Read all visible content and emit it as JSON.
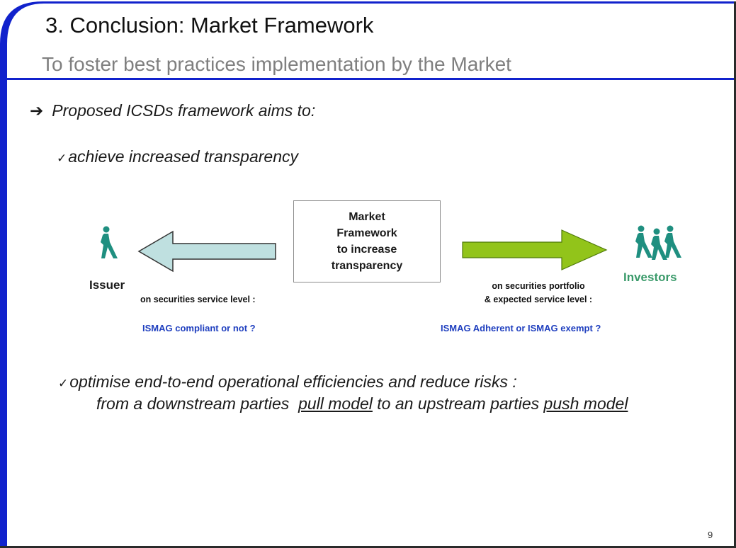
{
  "slide": {
    "title": "3. Conclusion: Market Framework",
    "subtitle": "To foster best practices implementation by the Market",
    "page_number": "9"
  },
  "main_bullet": {
    "icon": "right-arrow-icon",
    "text": "Proposed ICSDs framework aims to:"
  },
  "check_1": {
    "icon": "check-icon",
    "text": "achieve increased transparency"
  },
  "diagram": {
    "center_box": {
      "line1": "Market",
      "line2": "Framework",
      "line3": "to increase",
      "line4": "transparency"
    },
    "issuer": {
      "label": "Issuer",
      "icon": "person-icon",
      "arrow_color": "#bfe0e0",
      "note": "on securities service level :",
      "question": "ISMAG compliant or not ?"
    },
    "investors": {
      "label": "Investors",
      "icon": "people-group-icon",
      "arrow_color": "#92c41a",
      "note_line1": "on securities portfolio",
      "note_line2": "& expected service level :",
      "question": "ISMAG Adherent or ISMAG exempt ?"
    }
  },
  "check_2": {
    "icon": "check-icon",
    "text": "optimise end-to-end operational efficiencies and reduce risks :",
    "sub_prefix": "from a downstream parties  ",
    "sub_pull": "pull model",
    "sub_middle": " to an upstream parties ",
    "sub_push": "push model"
  },
  "colors": {
    "accent_blue": "#1f3fbf",
    "frame_blue": "#1122cc",
    "investor_green": "#3a9a6a",
    "person_teal": "#1f8f80"
  }
}
